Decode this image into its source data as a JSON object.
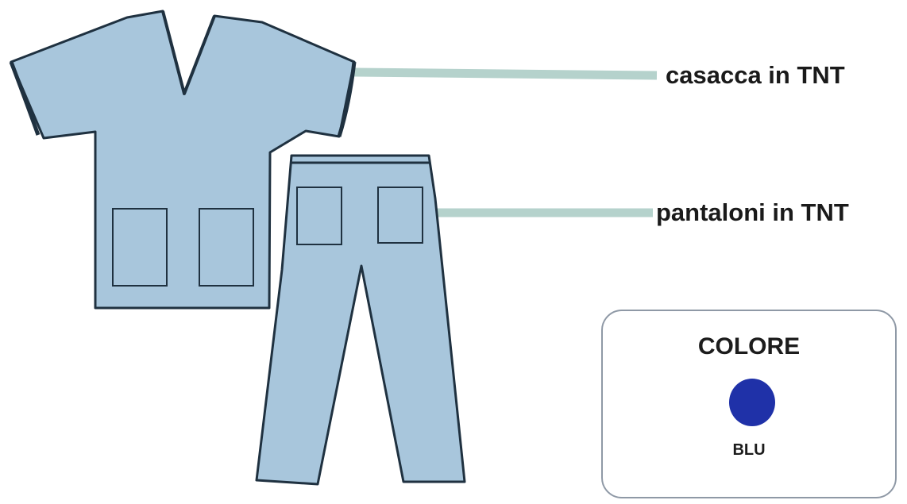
{
  "callouts": {
    "top_label": "casacca in TNT",
    "bottom_label": "pantaloni in TNT"
  },
  "color_panel": {
    "title": "COLORE",
    "swatch_name": "BLU",
    "swatch_color": "#1f31a8"
  },
  "palette": {
    "garment_fill": "#a8c6dc",
    "garment_outline": "#1f3140",
    "leader_line": "#b5d2cc"
  }
}
